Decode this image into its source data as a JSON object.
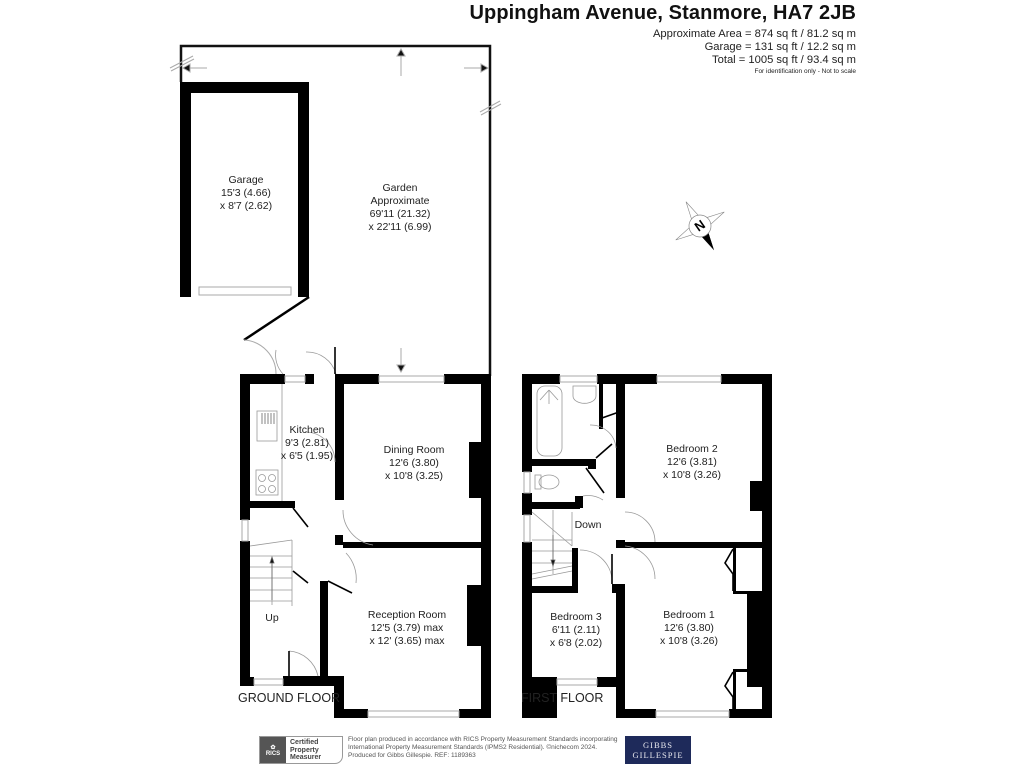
{
  "header": {
    "title": "Uppingham Avenue, Stanmore, HA7 2JB",
    "areas": [
      "Approximate Area = 874 sq ft / 81.2 sq m",
      "Garage = 131 sq ft / 12.2 sq m",
      "Total = 1005 sq ft / 93.4 sq m"
    ],
    "disclaimer": "For identification only - Not to scale"
  },
  "outdoor": {
    "garage": {
      "name": "Garage",
      "dim1": "15'3 (4.66)",
      "dim2": "x 8'7 (2.62)"
    },
    "garden": {
      "name": "Garden",
      "qualifier": "Approximate",
      "dim1": "69'11 (21.32)",
      "dim2": "x 22'11 (6.99)"
    }
  },
  "ground_floor": {
    "label": "GROUND FLOOR",
    "rooms": [
      {
        "name": "Kitchen",
        "dim1": "9'3 (2.81)",
        "dim2": "x 6'5 (1.95)"
      },
      {
        "name": "Dining Room",
        "dim1": "12'6 (3.80)",
        "dim2": "x 10'8 (3.25)"
      },
      {
        "name": "Reception Room",
        "dim1": "12'5 (3.79) max",
        "dim2": "x 12' (3.65) max"
      }
    ],
    "stairs_label": "Up"
  },
  "first_floor": {
    "label": "FIRST FLOOR",
    "rooms": [
      {
        "name": "Bedroom 2",
        "dim1": "12'6 (3.81)",
        "dim2": "x 10'8 (3.26)"
      },
      {
        "name": "Bedroom 1",
        "dim1": "12'6 (3.80)",
        "dim2": "x 10'8 (3.26)"
      },
      {
        "name": "Bedroom 3",
        "dim1": "6'11 (2.11)",
        "dim2": "x 6'8 (2.02)"
      }
    ],
    "stairs_label": "Down"
  },
  "compass": {
    "letter": "N",
    "icon": "north-arrow-icon"
  },
  "footer": {
    "rics_logo_text": "RICS",
    "rics_cert_lines": [
      "Certified",
      "Property",
      "Measurer"
    ],
    "statement": "Floor plan produced in accordance with RICS Property Measurement Standards incorporating International Property Measurement Standards (IPMS2 Residential). ©nichecom 2024. Produced for Gibbs Gillespie.   REF: 1189363",
    "brand_line1": "GIBBS",
    "brand_line2": "GILLESPIE",
    "brand_color": "#1e2a5a"
  },
  "colors": {
    "wall": "#000000",
    "thin_line": "#999999",
    "text": "#222222"
  }
}
